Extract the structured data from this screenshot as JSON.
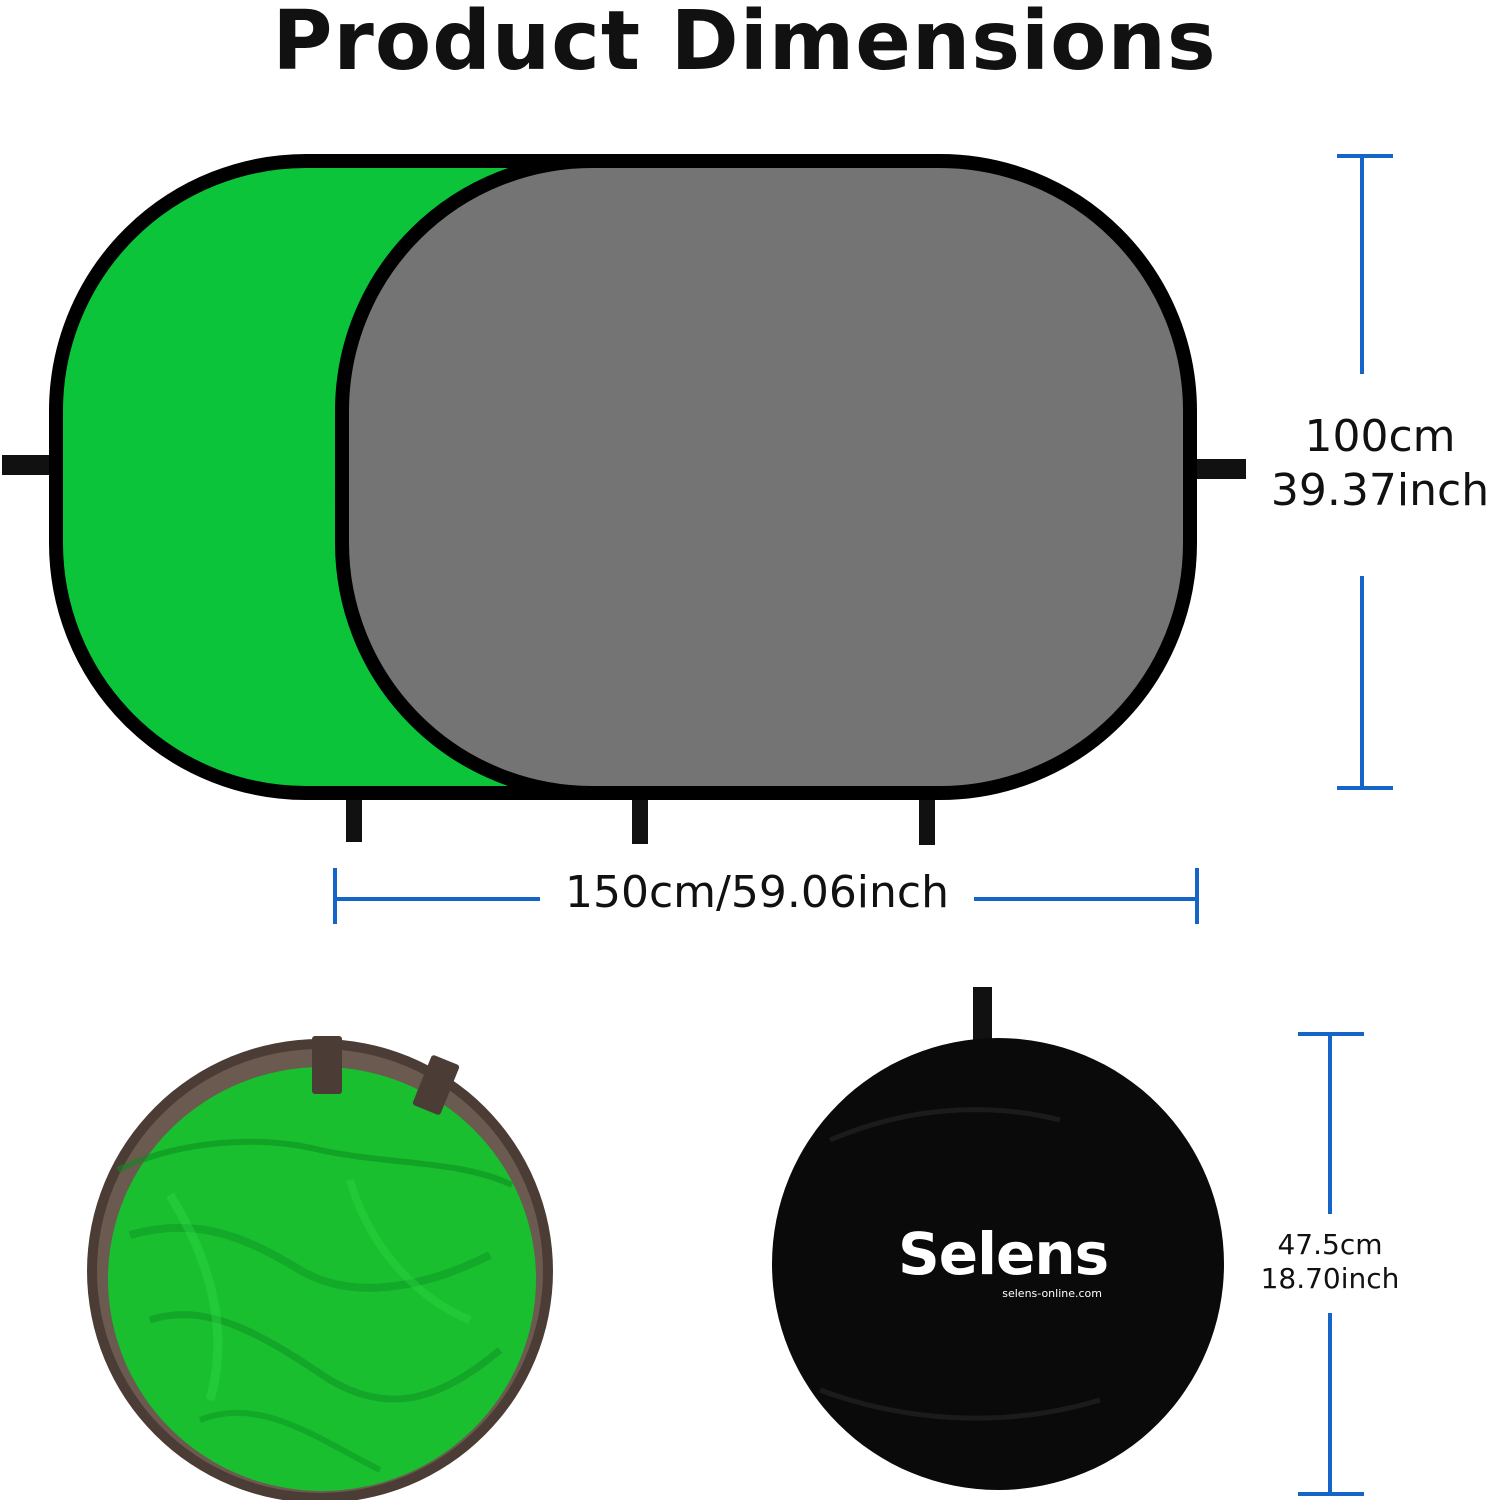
{
  "title": "Product Dimensions",
  "dimensions": {
    "height_cm": "100cm",
    "height_inch": "39.37inch",
    "width": "150cm/59.06inch",
    "folded_cm": "47.5cm",
    "folded_inch": "18.70inch"
  },
  "logo": {
    "brand": "Selens",
    "url": "selens-online.com"
  },
  "colors": {
    "green": "#0bc43a",
    "gray": "#747474",
    "frame": "#000000",
    "accent": "#1565c8",
    "strap": "#5a4a40"
  }
}
